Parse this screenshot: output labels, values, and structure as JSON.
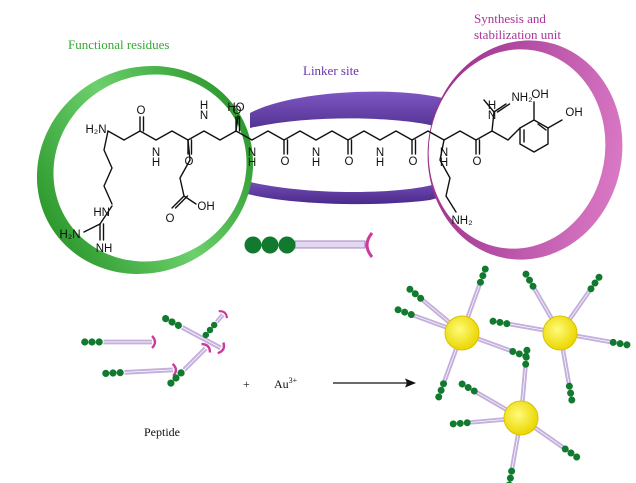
{
  "labels": {
    "functional": "Functional residues",
    "linker": "Linker site",
    "synthesis_line1": "Synthesis and",
    "synthesis_line2": "stabilization unit",
    "peptide": "Peptide",
    "plus": "+",
    "au": "Au",
    "au_sup": "3+"
  },
  "atoms": {
    "h2n_top": "H₂N",
    "hn": "HN",
    "h2n_guan": "H₂N",
    "nh_guan": "NH",
    "oh_acid": "OH",
    "ho_thr": "HO",
    "nh2_amide": "NH₂",
    "oh1": "OH",
    "oh2": "OH",
    "nh2_lys": "NH₂",
    "o": "O",
    "n": "N",
    "h": "H"
  },
  "colors": {
    "functional_green": "#33aa33",
    "bead_green": "#117a2e",
    "linker_purple": "#6633aa",
    "synthesis_magenta": "#aa3399",
    "rod_lavender": "#c4b0dc",
    "cap_magenta": "#cc3b9a",
    "gold_core": "#f2e60a"
  }
}
